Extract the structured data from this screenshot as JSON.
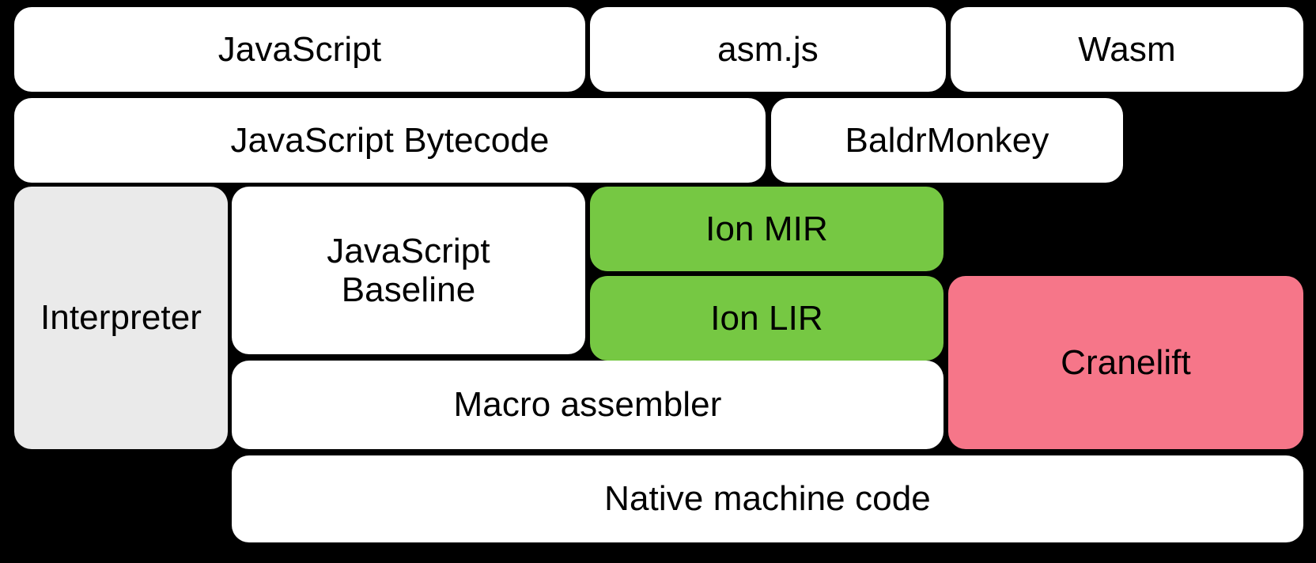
{
  "diagram": {
    "title": "SpiderMonkey compilation pipeline",
    "background_color": "#000000",
    "palette": {
      "white": "#ffffff",
      "grey": "#eaeaea",
      "green": "#76c843",
      "pink": "#f67689",
      "text": "#000000"
    }
  },
  "nodes": {
    "javascript": "JavaScript",
    "asm_js": "asm.js",
    "wasm": "Wasm",
    "javascript_bytecode": "JavaScript Bytecode",
    "baldrmonkey": "BaldrMonkey",
    "interpreter": "Interpreter",
    "javascript_baseline": "JavaScript\nBaseline",
    "ion_mir": "Ion MIR",
    "ion_lir": "Ion LIR",
    "macro_assembler": "Macro assembler",
    "cranelift": "Cranelift",
    "native_machine_code": "Native machine code"
  },
  "rows": [
    {
      "name": "source-languages",
      "items": [
        "JavaScript",
        "asm.js",
        "Wasm"
      ]
    },
    {
      "name": "bytecode-ir",
      "items": [
        "JavaScript Bytecode",
        "BaldrMonkey"
      ]
    },
    {
      "name": "execution-tiers",
      "items": [
        "Interpreter",
        "JavaScript Baseline",
        "Ion MIR",
        "Ion LIR",
        "Macro assembler",
        "Cranelift"
      ]
    },
    {
      "name": "output",
      "items": [
        "Native machine code"
      ]
    }
  ]
}
